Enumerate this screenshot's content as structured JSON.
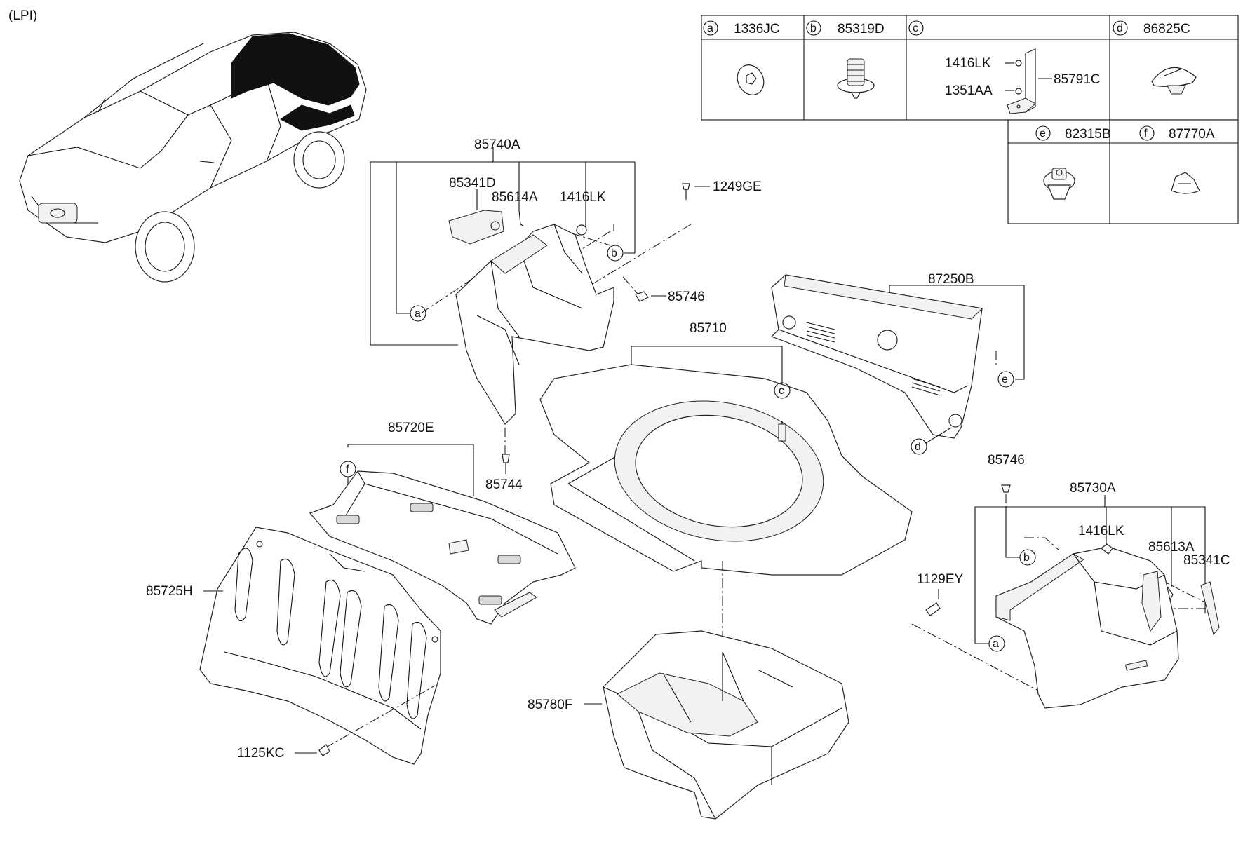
{
  "variant_note": "(LPI)",
  "legend": {
    "cells": [
      {
        "letter": "a",
        "part": "1336JC"
      },
      {
        "letter": "b",
        "part": "85319D"
      },
      {
        "letter": "c",
        "part": "",
        "sub_parts": [
          "1416LK",
          "1351AA",
          "85791C"
        ]
      },
      {
        "letter": "d",
        "part": "86825C"
      },
      {
        "letter": "e",
        "part": "82315B"
      },
      {
        "letter": "f",
        "part": "87770A"
      }
    ]
  },
  "callouts": {
    "p85740A": "85740A",
    "p85341D": "85341D",
    "p85614A": "85614A",
    "p1416LK_left": "1416LK",
    "p1249GE": "1249GE",
    "p85746_left": "85746",
    "p87250B": "87250B",
    "p85710": "85710",
    "p85744": "85744",
    "p85720E": "85720E",
    "p85725H": "85725H",
    "p1125KC": "1125KC",
    "p85780F": "85780F",
    "p85746_right": "85746",
    "p85730A": "85730A",
    "p1416LK_right": "1416LK",
    "p85613A": "85613A",
    "p85341C": "85341C",
    "p1129EY": "1129EY"
  },
  "markers": {
    "a_left": "a",
    "b_left": "b",
    "c_mat": "c",
    "d_panel": "d",
    "e_panel": "e",
    "f_shelf": "f",
    "b_right": "b",
    "a_right": "a"
  }
}
